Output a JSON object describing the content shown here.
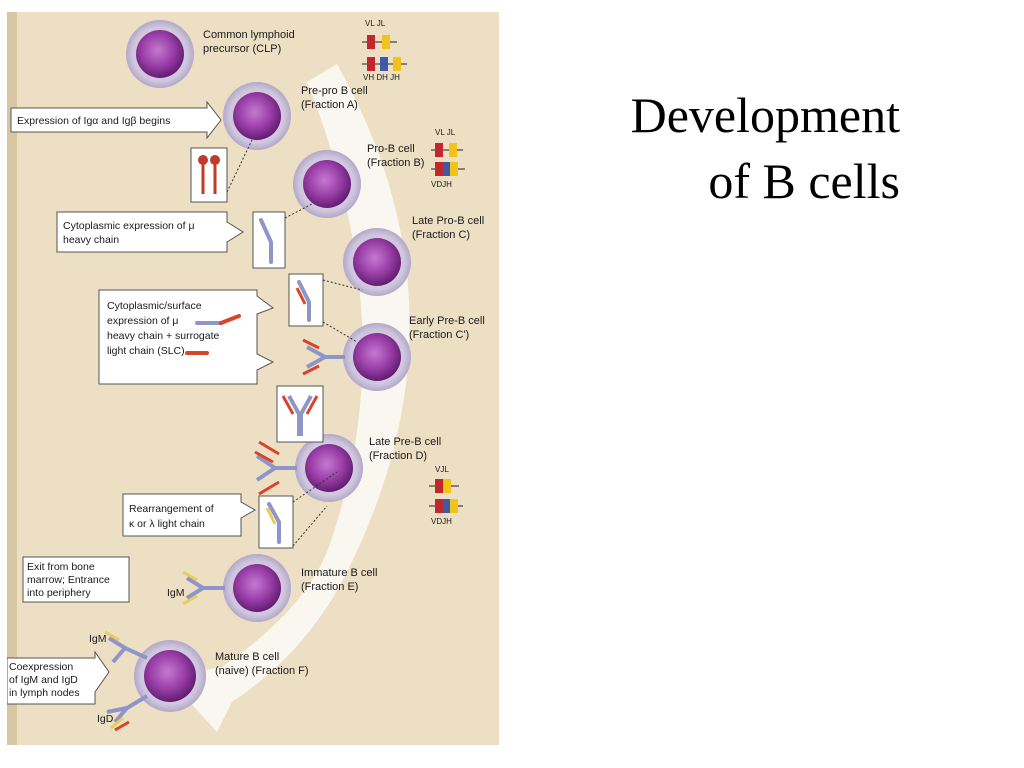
{
  "slide": {
    "title_line1": "Development",
    "title_line2": "of B cells"
  },
  "cells": [
    {
      "id": "clp",
      "line1": "Common lymphoid",
      "line2": "precursor (CLP)"
    },
    {
      "id": "prepro",
      "line1": "Pre-pro B cell",
      "line2": "(Fraction A)"
    },
    {
      "id": "prob",
      "line1": "Pro-B cell",
      "line2": "(Fraction B)"
    },
    {
      "id": "latepro",
      "line1": "Late Pro-B cell",
      "line2": "(Fraction C)"
    },
    {
      "id": "earlypre",
      "line1": "Early Pre-B cell",
      "line2": "(Fraction C')"
    },
    {
      "id": "latepre",
      "line1": "Late Pre-B cell",
      "line2": "(Fraction D)"
    },
    {
      "id": "immature",
      "line1": "Immature B cell",
      "line2": "(Fraction E)"
    },
    {
      "id": "mature",
      "line1": "Mature B cell",
      "line2": "(naive) (Fraction F)"
    }
  ],
  "boxes": [
    {
      "id": "iga",
      "lines": [
        "Expression of Igα and Igβ begins"
      ]
    },
    {
      "id": "mu",
      "lines": [
        "Cytoplasmic expression of μ",
        "heavy chain"
      ]
    },
    {
      "id": "slc",
      "lines": [
        "Cytoplasmic/surface",
        "expression of μ",
        "heavy chain + surrogate",
        "light chain (SLC)"
      ]
    },
    {
      "id": "kappa",
      "lines": [
        "Rearrangement of",
        "κ  or λ light chain"
      ]
    },
    {
      "id": "exit",
      "lines": [
        "Exit from bone",
        "marrow; Entrance",
        "into periphery"
      ]
    },
    {
      "id": "coexp",
      "lines": [
        "Coexpression",
        "of IgM and IgD",
        "in lymph nodes"
      ]
    }
  ],
  "labels": {
    "igm1": "IgM",
    "igm2": "IgM",
    "igd": "IgD"
  },
  "gene_labels": {
    "g1_top": "VL  JL",
    "g1_bottom": "VH  DH  JH",
    "g2_top": "VL  JL",
    "g2_bottom": "VDJH",
    "g3_top": "VJL",
    "g3_bottom": "VDJH"
  },
  "colors": {
    "page": "#ecdfc4",
    "cell_halo": "#d9d2e6",
    "cell_body": "#9a3fa8",
    "cell_core": "#6e1f7d",
    "heavy_chain": "#8f95c8",
    "light_chain": "#d7452a",
    "igd_light": "#e6cf57",
    "gene_red": "#c0282d",
    "gene_yellow": "#f0c419",
    "gene_blue": "#3d5aa8"
  }
}
